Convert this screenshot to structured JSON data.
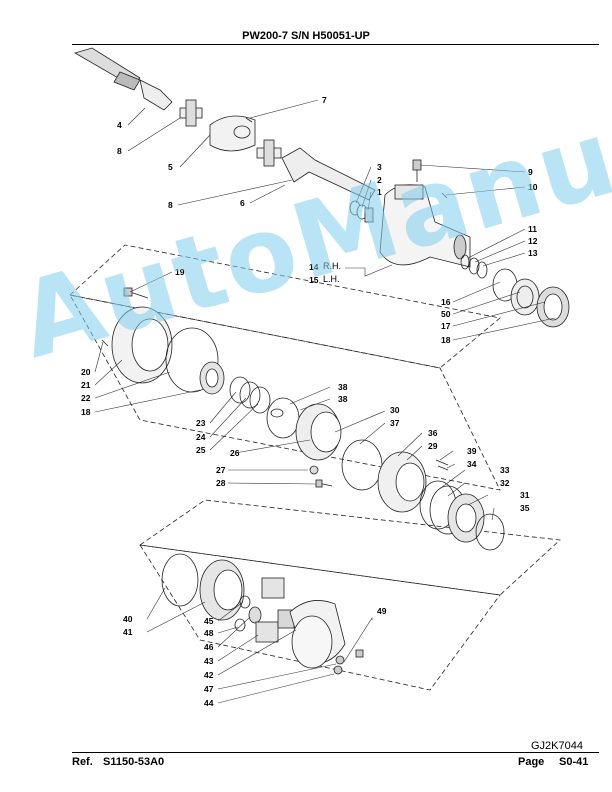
{
  "header": {
    "title": "PW200-7 S/N H50051-UP"
  },
  "footer": {
    "ref_label": "Ref.",
    "ref_value": "S1150-53A0",
    "page_label": "Page",
    "page_value": "S0-41"
  },
  "figure_code": "GJ2K7044",
  "watermark": "AutoManual",
  "side_labels": {
    "rh": "R.H.",
    "lh": "L.H."
  },
  "callouts": {
    "c1": "1",
    "c2": "2",
    "c3": "3",
    "c4": "4",
    "c5": "5",
    "c6": "6",
    "c7": "7",
    "c8a": "8",
    "c8b": "8",
    "c9": "9",
    "c10": "10",
    "c11": "11",
    "c12": "12",
    "c13": "13",
    "c14": "14",
    "c15": "15",
    "c16": "16",
    "c17": "17",
    "c18a": "18",
    "c18b": "18",
    "c19": "19",
    "c20": "20",
    "c21": "21",
    "c22": "22",
    "c23": "23",
    "c24": "24",
    "c25": "25",
    "c26": "26",
    "c27": "27",
    "c28": "28",
    "c29": "29",
    "c30": "30",
    "c31": "31",
    "c32": "32",
    "c33": "33",
    "c34": "34",
    "c35": "35",
    "c36": "36",
    "c37": "37",
    "c38a": "38",
    "c38b": "38",
    "c39": "39",
    "c40": "40",
    "c41": "41",
    "c42": "42",
    "c43": "43",
    "c44": "44",
    "c45": "45",
    "c46": "46",
    "c47": "47",
    "c48": "48",
    "c49": "49",
    "c50": "50"
  }
}
